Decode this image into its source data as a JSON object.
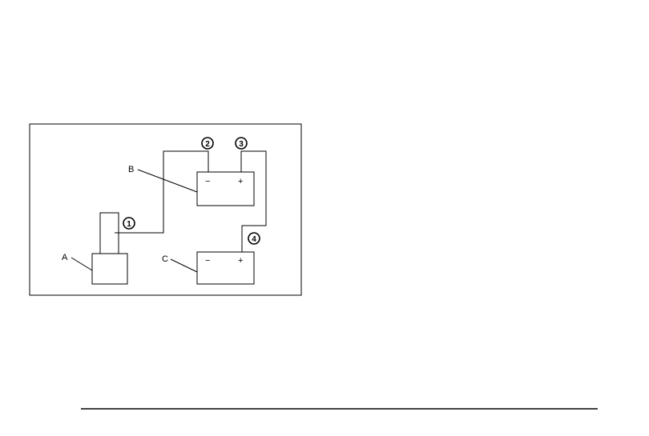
{
  "diagram": {
    "labels": {
      "a": "A",
      "b": "B",
      "c": "C"
    },
    "callouts": {
      "one": "1",
      "two": "2",
      "three": "3",
      "four": "4"
    },
    "terminals": {
      "b_negative": "−",
      "b_positive": "+",
      "c_negative": "−",
      "c_positive": "+"
    }
  }
}
